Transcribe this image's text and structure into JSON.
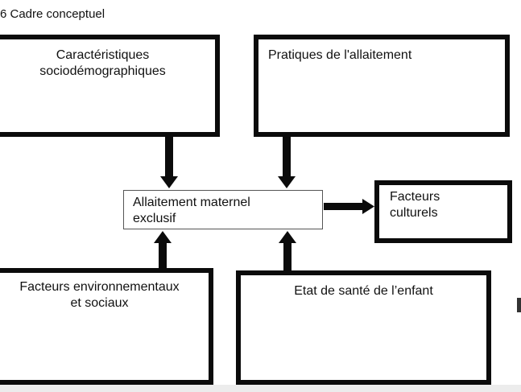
{
  "heading": "6  Cadre conceptuel",
  "diagram": {
    "nodes": {
      "sociodemographiques": [
        "Caractéristiques",
        "sociodémographiques"
      ],
      "pratiques": [
        "Pratiques de l'allaitement"
      ],
      "culturels": [
        "Facteurs",
        "culturels"
      ],
      "environnementaux": [
        "Facteurs environnementaux",
        "et sociaux"
      ],
      "sante": [
        "Etat de santé de l’enfant"
      ],
      "central": [
        "Allaitement maternel",
        "exclusif"
      ]
    },
    "edges": [
      {
        "from": "sociodemographiques",
        "to": "central"
      },
      {
        "from": "pratiques",
        "to": "central"
      },
      {
        "from": "central",
        "to": "culturels"
      },
      {
        "from": "environnementaux",
        "to": "central"
      },
      {
        "from": "sante",
        "to": "central"
      }
    ]
  }
}
